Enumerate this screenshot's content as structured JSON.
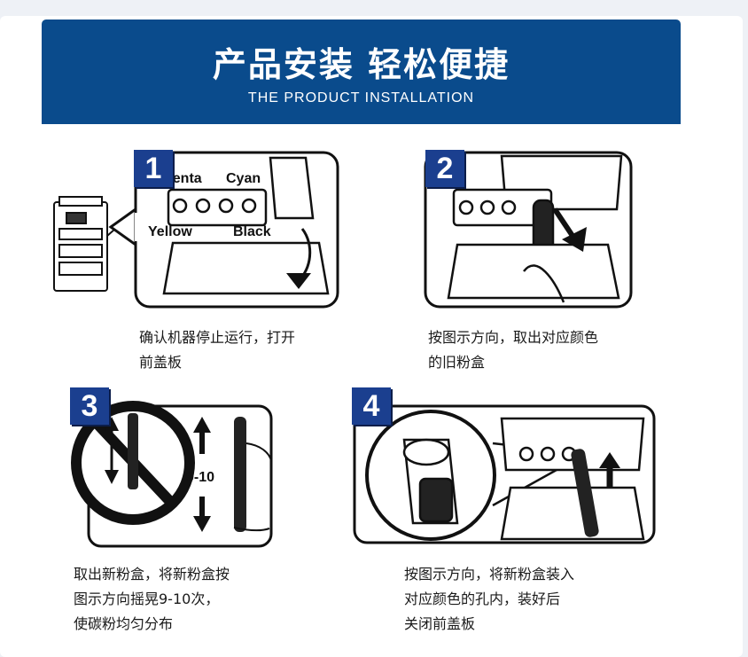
{
  "banner": {
    "title": "产品安装 轻松便捷",
    "subtitle": "THE PRODUCT INSTALLATION"
  },
  "steps": [
    {
      "number": "1",
      "labels": {
        "magenta": "genta",
        "cyan": "Cyan",
        "yellow": "Yellow",
        "black": "Black"
      },
      "caption": [
        "确认机器停止运行，打开",
        "前盖板"
      ]
    },
    {
      "number": "2",
      "caption": [
        "按图示方向，取出对应颜色",
        "的旧粉盒"
      ]
    },
    {
      "number": "3",
      "shake_label": "9-10",
      "caption": [
        "取出新粉盒，将新粉盒按",
        "图示方向摇晃9-10次，",
        "使碳粉均匀分布"
      ]
    },
    {
      "number": "4",
      "caption": [
        "按图示方向，将新粉盒装入",
        "对应颜色的孔内，装好后",
        "关闭前盖板"
      ]
    }
  ],
  "colors": {
    "banner": "#0a4b8c",
    "badge": "#1b3f8f"
  }
}
